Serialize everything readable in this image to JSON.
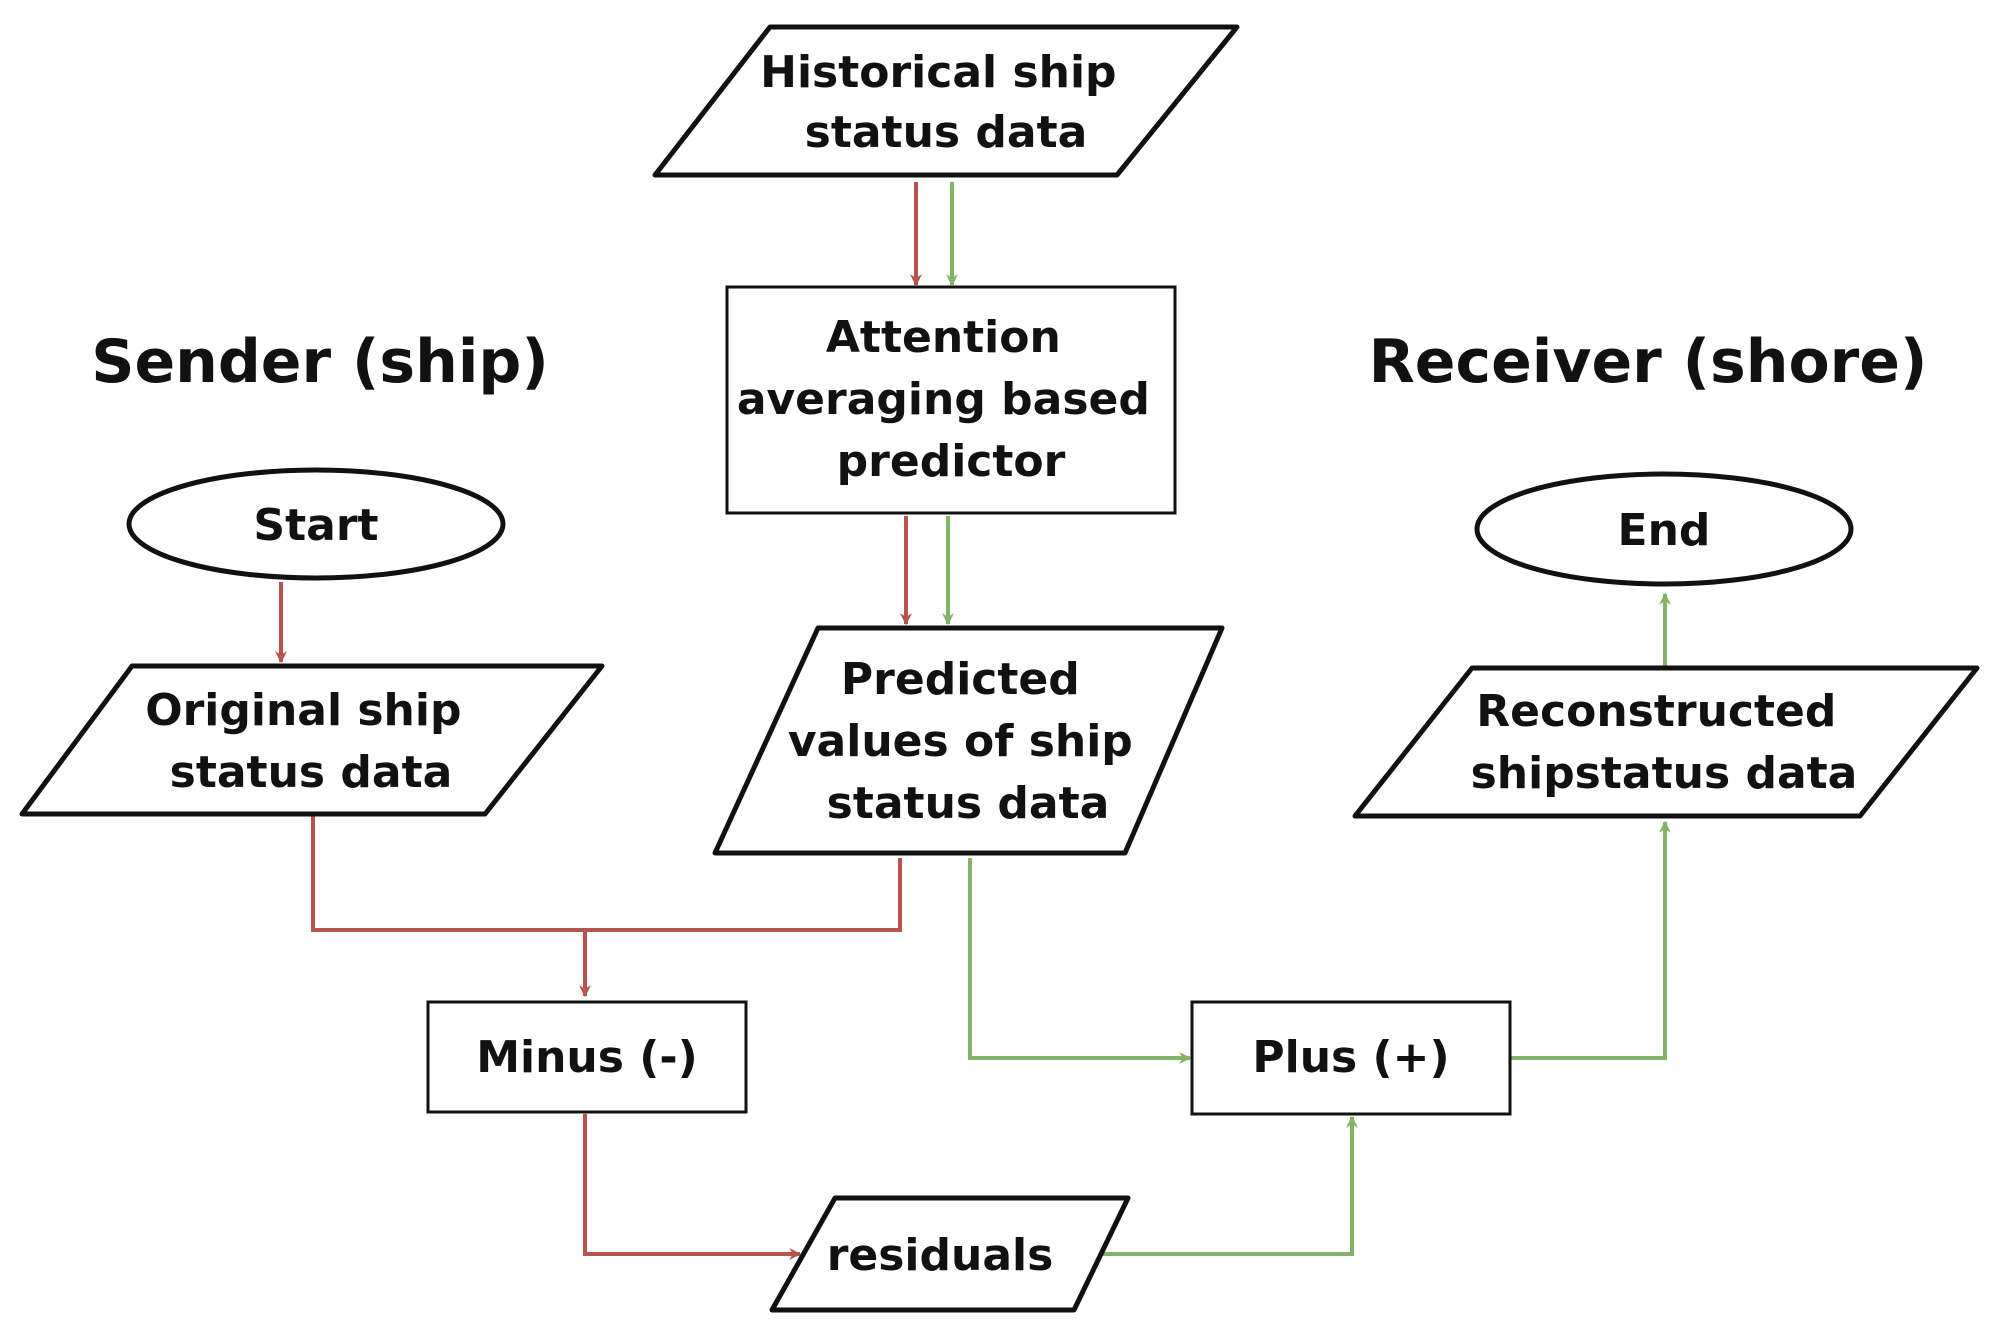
{
  "colors": {
    "sender_path": "#b85450",
    "receiver_path": "#82b366",
    "shape_stroke": "#111111",
    "background": "#ffffff"
  },
  "headings": {
    "sender": "Sender (ship)",
    "receiver": "Receiver (shore)"
  },
  "nodes": {
    "historical": [
      "Historical ship",
      "status data"
    ],
    "predictor": [
      "Attention",
      "averaging based",
      "predictor"
    ],
    "start": [
      "Start"
    ],
    "original": [
      "Original ship",
      "status data"
    ],
    "predicted": [
      "Predicted",
      "values of ship",
      "status data"
    ],
    "end": [
      "End"
    ],
    "reconstructed": [
      "Reconstructed",
      "shipstatus data"
    ],
    "minus": [
      "Minus (-)"
    ],
    "plus": [
      "Plus (+)"
    ],
    "residuals": [
      "residuals"
    ]
  }
}
